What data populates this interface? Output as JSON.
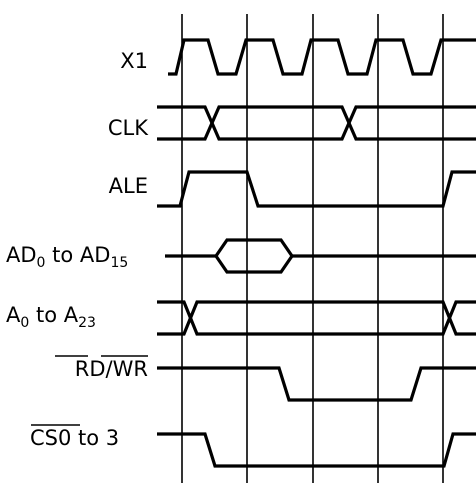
{
  "diagram": {
    "signals": [
      {
        "id": "x1",
        "label": "X1"
      },
      {
        "id": "clk",
        "label": "CLK"
      },
      {
        "id": "ale",
        "label": "ALE"
      },
      {
        "id": "ad",
        "label_main": "AD",
        "label_sub": "0",
        "label_mid": " to AD",
        "label_sub2": "15"
      },
      {
        "id": "addr",
        "label_main": "A",
        "label_sub": "0",
        "label_mid": " to A",
        "label_sub2": "23"
      },
      {
        "id": "rdwr",
        "label": "RD/WR",
        "overline": true
      },
      {
        "id": "cs",
        "label_over": "CS0",
        "label_rest": " to 3"
      }
    ],
    "colors": {
      "line": "#000000",
      "background": "#ffffff"
    }
  }
}
